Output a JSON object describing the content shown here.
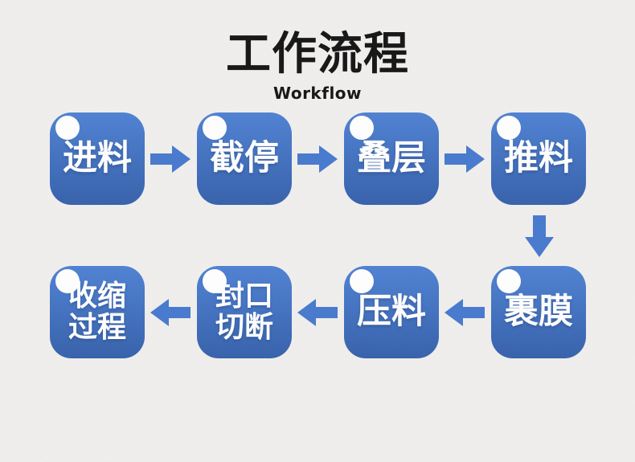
{
  "header": {
    "title": "工作流程",
    "subtitle": "Workflow"
  },
  "colors": {
    "background": "#f0efed",
    "title_text": "#141414",
    "box_top": "#4e81d3",
    "box_bottom": "#3560ab",
    "box_text": "#ffffff",
    "arrow": "#4679ce"
  },
  "icons": {
    "arrow_right_icon": "▶",
    "arrow_left_icon": "◀",
    "arrow_down_icon": "▼",
    "corner_dot_icon": "●"
  },
  "workflow": {
    "steps": [
      {
        "label": "进料"
      },
      {
        "label": "截停"
      },
      {
        "label": "叠层"
      },
      {
        "label": "推料"
      },
      {
        "label": "裹膜"
      },
      {
        "label": "压料"
      },
      {
        "label": "封口\n切断"
      },
      {
        "label": "收缩\n过程"
      }
    ]
  }
}
